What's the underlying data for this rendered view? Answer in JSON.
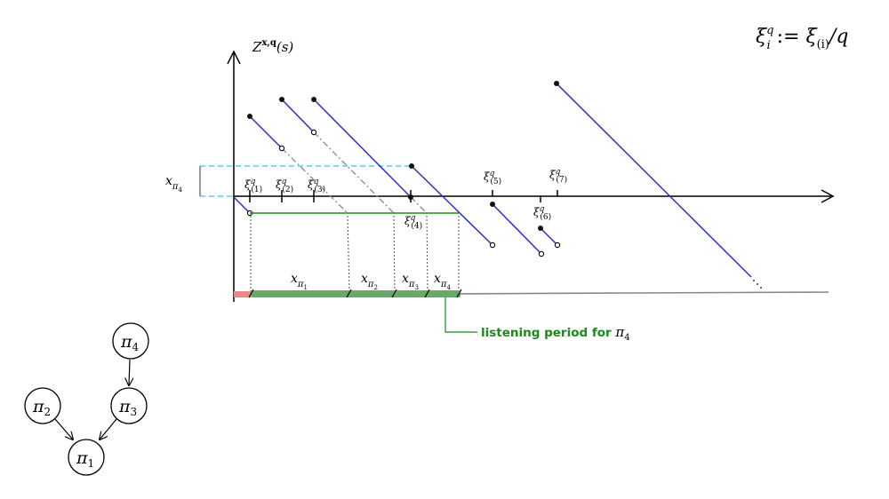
{
  "formula": {
    "lhs_base": "ξ",
    "lhs_sup": "q",
    "lhs_sub": "i",
    "op": " := ",
    "rhs_base": "ξ",
    "rhs_sub": "(i)",
    "rhs_tail": "/q"
  },
  "axis": {
    "y_label_base": "Z",
    "y_label_sup": "x,q",
    "y_label_tail": "(s)"
  },
  "xpi4_side_label": {
    "base": "x",
    "sub": "π",
    "subsub": "4"
  },
  "xi_labels": [
    {
      "base": "ξ",
      "sup": "q",
      "sub": "(1)"
    },
    {
      "base": "ξ",
      "sup": "q",
      "sub": "(2)"
    },
    {
      "base": "ξ",
      "sup": "q",
      "sub": "(3)"
    },
    {
      "base": "ξ",
      "sup": "q",
      "sub": "(4)"
    },
    {
      "base": "ξ",
      "sup": "q",
      "sub": "(5)"
    },
    {
      "base": "ξ",
      "sup": "q",
      "sub": "(6)"
    },
    {
      "base": "ξ",
      "sup": "q",
      "sub": "(7)"
    }
  ],
  "segment_labels": [
    {
      "base": "x",
      "sub": "π",
      "subsub": "1"
    },
    {
      "base": "x",
      "sub": "π",
      "subsub": "2"
    },
    {
      "base": "x",
      "sub": "π",
      "subsub": "3"
    },
    {
      "base": "x",
      "sub": "π",
      "subsub": "4"
    }
  ],
  "listening_label": {
    "text": "listening period for ",
    "pi": "π",
    "pi_sub": "4"
  },
  "graph_nodes": [
    {
      "id": "pi4",
      "base": "π",
      "sub": "4"
    },
    {
      "id": "pi3",
      "base": "π",
      "sub": "3"
    },
    {
      "id": "pi2",
      "base": "π",
      "sub": "2"
    },
    {
      "id": "pi1",
      "base": "π",
      "sub": "1"
    }
  ],
  "colors": {
    "blue": "#2d2dc8",
    "green": "#1a8a1a",
    "green_bar": "#6aa86a",
    "red_bar": "#e88a8a",
    "cyan": "#33c4e8",
    "gray": "#888888"
  }
}
